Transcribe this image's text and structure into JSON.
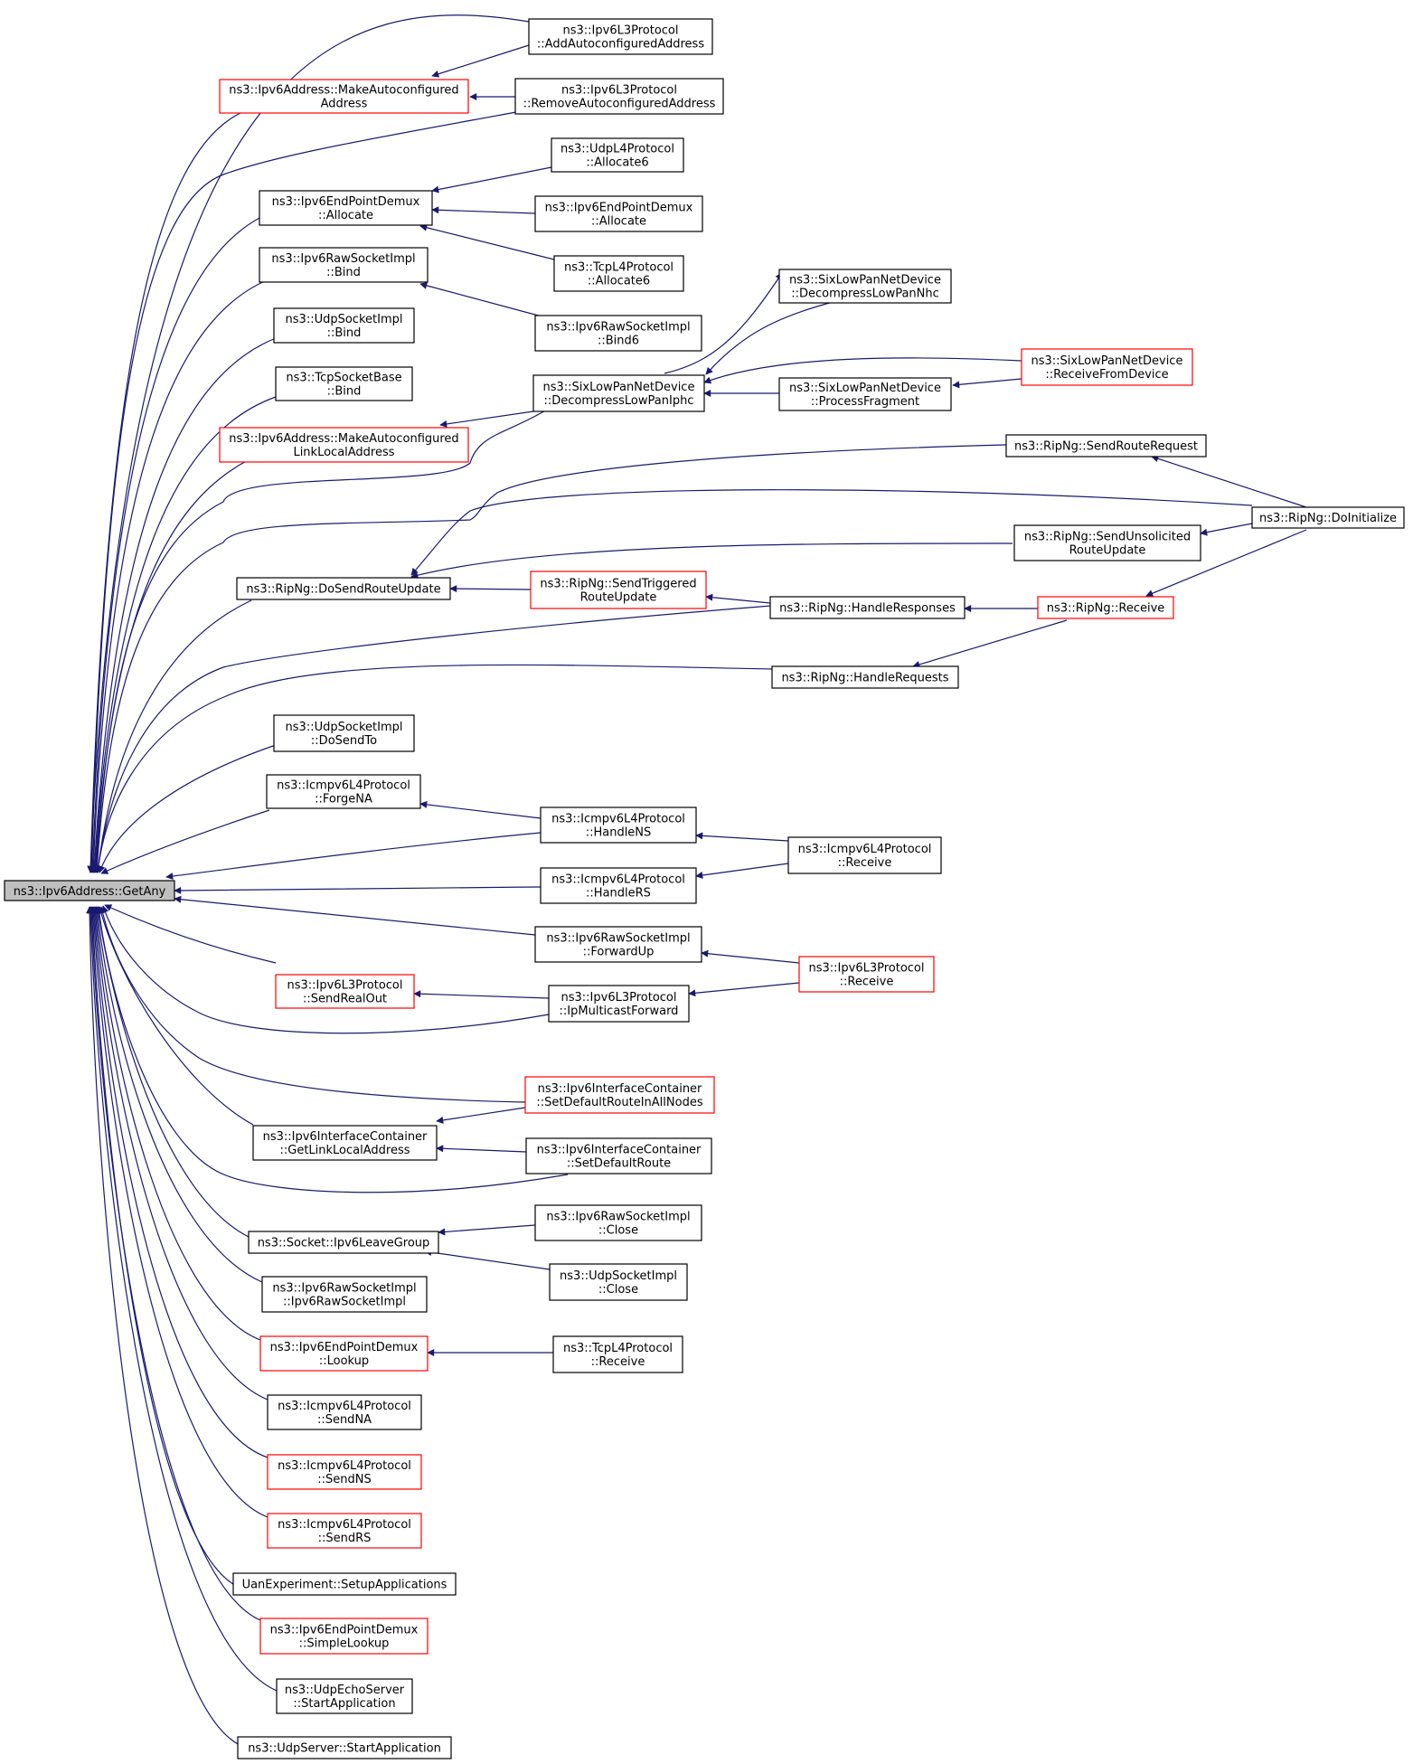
{
  "colors": {
    "edge": "#191970",
    "root_fill": "#bfbfbf",
    "red_border": "#ff0000",
    "black_border": "#000000"
  },
  "root": {
    "id": "getany",
    "lines": [
      "ns3::Ipv6Address::GetAny"
    ]
  },
  "nodes": [
    {
      "id": "l3_addauto",
      "lines": [
        "ns3::Ipv6L3Protocol",
        "::AddAutoconfiguredAddress"
      ],
      "border": "black"
    },
    {
      "id": "makeauto",
      "lines": [
        "ns3::Ipv6Address::MakeAutoconfigured",
        "Address"
      ],
      "border": "red"
    },
    {
      "id": "l3_removeauto",
      "lines": [
        "ns3::Ipv6L3Protocol",
        "::RemoveAutoconfiguredAddress"
      ],
      "border": "black"
    },
    {
      "id": "udpl4_alloc6",
      "lines": [
        "ns3::UdpL4Protocol",
        "::Allocate6"
      ],
      "border": "black"
    },
    {
      "id": "demux_alloc_l",
      "lines": [
        "ns3::Ipv6EndPointDemux",
        "::Allocate"
      ],
      "border": "black"
    },
    {
      "id": "demux_alloc_r",
      "lines": [
        "ns3::Ipv6EndPointDemux",
        "::Allocate"
      ],
      "border": "black"
    },
    {
      "id": "tcpl4_alloc6",
      "lines": [
        "ns3::TcpL4Protocol",
        "::Allocate6"
      ],
      "border": "black"
    },
    {
      "id": "raw_bind",
      "lines": [
        "ns3::Ipv6RawSocketImpl",
        "::Bind"
      ],
      "border": "black"
    },
    {
      "id": "sixlow_nhc",
      "lines": [
        "ns3::SixLowPanNetDevice",
        "::DecompressLowPanNhc"
      ],
      "border": "black"
    },
    {
      "id": "raw_bind6",
      "lines": [
        "ns3::Ipv6RawSocketImpl",
        "::Bind6"
      ],
      "border": "black"
    },
    {
      "id": "udpsock_bind",
      "lines": [
        "ns3::UdpSocketImpl",
        "::Bind"
      ],
      "border": "black"
    },
    {
      "id": "sixlow_recv",
      "lines": [
        "ns3::SixLowPanNetDevice",
        "::ReceiveFromDevice"
      ],
      "border": "red"
    },
    {
      "id": "tcpsock_bind",
      "lines": [
        "ns3::TcpSocketBase",
        "::Bind"
      ],
      "border": "black"
    },
    {
      "id": "sixlow_iphc",
      "lines": [
        "ns3::SixLowPanNetDevice",
        "::DecompressLowPanIphc"
      ],
      "border": "black"
    },
    {
      "id": "sixlow_frag",
      "lines": [
        "ns3::SixLowPanNetDevice",
        "::ProcessFragment"
      ],
      "border": "black"
    },
    {
      "id": "makeauto_ll",
      "lines": [
        "ns3::Ipv6Address::MakeAutoconfigured",
        "LinkLocalAddress"
      ],
      "border": "red"
    },
    {
      "id": "rip_sendreq",
      "lines": [
        "ns3::RipNg::SendRouteRequest"
      ],
      "border": "black"
    },
    {
      "id": "rip_doinit",
      "lines": [
        "ns3::RipNg::DoInitialize"
      ],
      "border": "black"
    },
    {
      "id": "rip_sendunsol",
      "lines": [
        "ns3::RipNg::SendUnsolicited",
        "RouteUpdate"
      ],
      "border": "black"
    },
    {
      "id": "rip_dosend",
      "lines": [
        "ns3::RipNg::DoSendRouteUpdate"
      ],
      "border": "black"
    },
    {
      "id": "rip_sendtrig",
      "lines": [
        "ns3::RipNg::SendTriggered",
        "RouteUpdate"
      ],
      "border": "red"
    },
    {
      "id": "rip_handleresp",
      "lines": [
        "ns3::RipNg::HandleResponses"
      ],
      "border": "black"
    },
    {
      "id": "rip_receive",
      "lines": [
        "ns3::RipNg::Receive"
      ],
      "border": "red"
    },
    {
      "id": "rip_handlereq",
      "lines": [
        "ns3::RipNg::HandleRequests"
      ],
      "border": "black"
    },
    {
      "id": "udpsock_dosendto",
      "lines": [
        "ns3::UdpSocketImpl",
        "::DoSendTo"
      ],
      "border": "black"
    },
    {
      "id": "icmp_forgena",
      "lines": [
        "ns3::Icmpv6L4Protocol",
        "::ForgeNA"
      ],
      "border": "black"
    },
    {
      "id": "icmp_handlens",
      "lines": [
        "ns3::Icmpv6L4Protocol",
        "::HandleNS"
      ],
      "border": "black"
    },
    {
      "id": "icmp_receive",
      "lines": [
        "ns3::Icmpv6L4Protocol",
        "::Receive"
      ],
      "border": "black"
    },
    {
      "id": "icmp_handlers",
      "lines": [
        "ns3::Icmpv6L4Protocol",
        "::HandleRS"
      ],
      "border": "black"
    },
    {
      "id": "raw_forwardup",
      "lines": [
        "ns3::Ipv6RawSocketImpl",
        "::ForwardUp"
      ],
      "border": "black"
    },
    {
      "id": "l3_receive",
      "lines": [
        "ns3::Ipv6L3Protocol",
        "::Receive"
      ],
      "border": "red"
    },
    {
      "id": "l3_sendrealout",
      "lines": [
        "ns3::Ipv6L3Protocol",
        "::SendRealOut"
      ],
      "border": "red"
    },
    {
      "id": "l3_ipmcast",
      "lines": [
        "ns3::Ipv6L3Protocol",
        "::IpMulticastForward"
      ],
      "border": "black"
    },
    {
      "id": "ic_setdefall",
      "lines": [
        "ns3::Ipv6InterfaceContainer",
        "::SetDefaultRouteInAllNodes"
      ],
      "border": "red"
    },
    {
      "id": "ic_getll",
      "lines": [
        "ns3::Ipv6InterfaceContainer",
        "::GetLinkLocalAddress"
      ],
      "border": "black"
    },
    {
      "id": "ic_setdef",
      "lines": [
        "ns3::Ipv6InterfaceContainer",
        "::SetDefaultRoute"
      ],
      "border": "black"
    },
    {
      "id": "raw_close",
      "lines": [
        "ns3::Ipv6RawSocketImpl",
        "::Close"
      ],
      "border": "black"
    },
    {
      "id": "sock_leave",
      "lines": [
        "ns3::Socket::Ipv6LeaveGroup"
      ],
      "border": "black"
    },
    {
      "id": "udpsock_close",
      "lines": [
        "ns3::UdpSocketImpl",
        "::Close"
      ],
      "border": "black"
    },
    {
      "id": "raw_ctor",
      "lines": [
        "ns3::Ipv6RawSocketImpl",
        "::Ipv6RawSocketImpl"
      ],
      "border": "black"
    },
    {
      "id": "demux_lookup",
      "lines": [
        "ns3::Ipv6EndPointDemux",
        "::Lookup"
      ],
      "border": "red"
    },
    {
      "id": "tcpl4_receive",
      "lines": [
        "ns3::TcpL4Protocol",
        "::Receive"
      ],
      "border": "black"
    },
    {
      "id": "icmp_sendna",
      "lines": [
        "ns3::Icmpv6L4Protocol",
        "::SendNA"
      ],
      "border": "black"
    },
    {
      "id": "icmp_sendns",
      "lines": [
        "ns3::Icmpv6L4Protocol",
        "::SendNS"
      ],
      "border": "red"
    },
    {
      "id": "icmp_sendrs",
      "lines": [
        "ns3::Icmpv6L4Protocol",
        "::SendRS"
      ],
      "border": "red"
    },
    {
      "id": "uan_setup",
      "lines": [
        "UanExperiment::SetupApplications"
      ],
      "border": "black"
    },
    {
      "id": "demux_simple",
      "lines": [
        "ns3::Ipv6EndPointDemux",
        "::SimpleLookup"
      ],
      "border": "red"
    },
    {
      "id": "udpecho_start",
      "lines": [
        "ns3::UdpEchoServer",
        "::StartApplication"
      ],
      "border": "black"
    },
    {
      "id": "udpserver_start",
      "lines": [
        "ns3::UdpServer::StartApplication"
      ],
      "border": "black"
    }
  ]
}
